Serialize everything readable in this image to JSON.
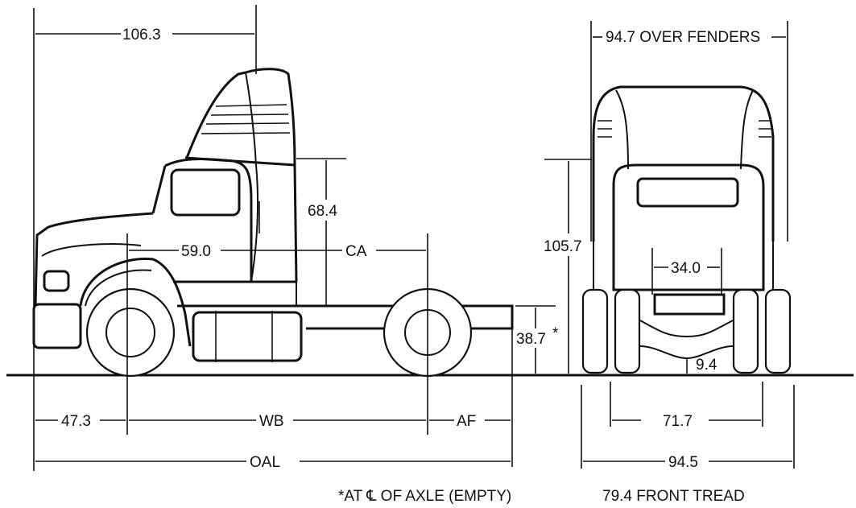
{
  "side_view": {
    "dim_106_3": "106.3",
    "dim_68_4": "68.4",
    "dim_59_0": "59.0",
    "dim_ca": "CA",
    "dim_38_7": "38.7",
    "dim_38_7_mark": "*",
    "dim_47_3": "47.3",
    "dim_wb": "WB",
    "dim_af": "AF",
    "dim_oal": "OAL"
  },
  "front_view": {
    "dim_over_fenders": "94.7 OVER FENDERS",
    "dim_105_7": "105.7",
    "dim_34_0": "34.0",
    "dim_9_4": "9.4",
    "dim_71_7": "71.7",
    "dim_94_5": "94.5"
  },
  "footnotes": {
    "axle_note": "*AT ℄ OF AXLE (EMPTY)",
    "front_tread": "79.4 FRONT TREAD"
  }
}
